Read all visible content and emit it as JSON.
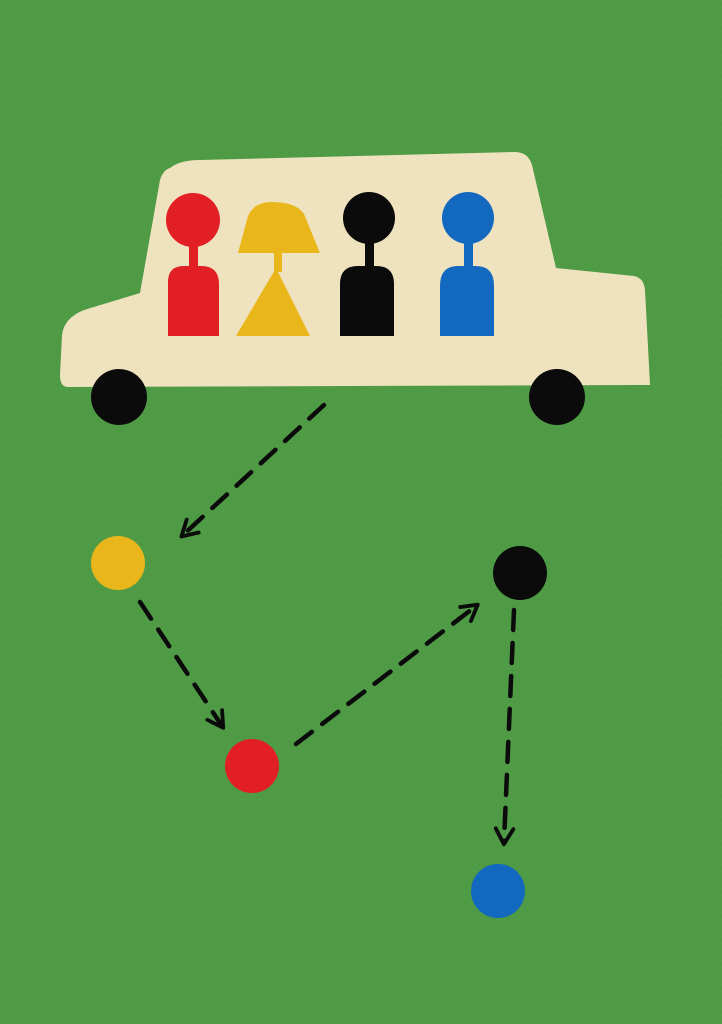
{
  "background": {
    "color": "#4f9a45",
    "texture_color": "#5ca64f"
  },
  "car": {
    "body_color": "#efe3bf",
    "wheel_color": "#0b0b0b",
    "passengers": [
      {
        "name": "red-passenger",
        "color": "#e31f26"
      },
      {
        "name": "yellow-passenger",
        "color": "#e9b61b"
      },
      {
        "name": "black-passenger",
        "color": "#0b0b0b"
      },
      {
        "name": "blue-passenger",
        "color": "#1368bf"
      }
    ]
  },
  "stops": [
    {
      "name": "yellow-stop",
      "color": "#e9b61b",
      "order": 1
    },
    {
      "name": "red-stop",
      "color": "#e31f26",
      "order": 2
    },
    {
      "name": "black-stop",
      "color": "#0b0b0b",
      "order": 3
    },
    {
      "name": "blue-stop",
      "color": "#1368bf",
      "order": 4
    }
  ],
  "route": {
    "line_color": "#0b0b0b",
    "style": "dashed-arrows",
    "sequence": [
      "car",
      "yellow-stop",
      "red-stop",
      "black-stop",
      "blue-stop"
    ]
  }
}
